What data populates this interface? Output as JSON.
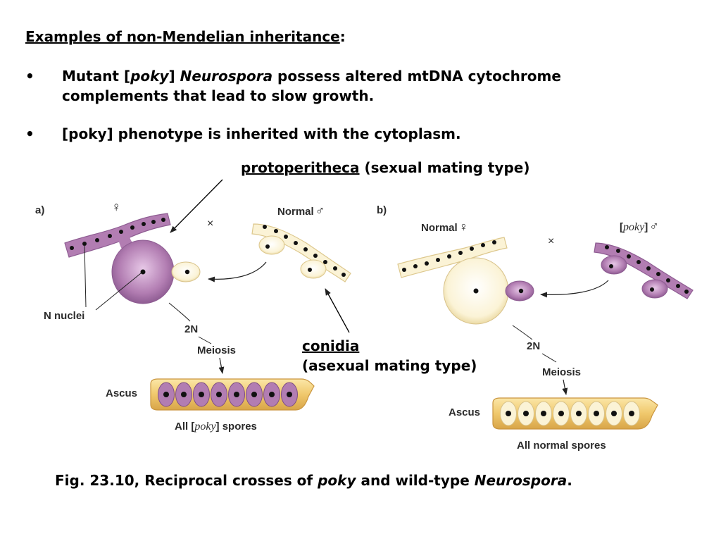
{
  "heading": {
    "text": "Examples of non-Mendelian inheritance",
    "colon": ":"
  },
  "bullets": [
    {
      "marker": "•",
      "parts": [
        "Mutant [",
        "poky",
        "] ",
        "Neurospora",
        " possess altered mtDNA cytochrome complements that lead to slow growth."
      ]
    },
    {
      "marker": "•",
      "text": "[poky] phenotype is inherited with the cytoplasm."
    }
  ],
  "callouts": {
    "protoperitheca": "protoperitheca",
    "protoperitheca_note": "(sexual mating type)",
    "conidia": "conidia",
    "conidia_note": "(asexual mating type)"
  },
  "figure": {
    "panel_a": {
      "label": "a)",
      "female_symbol": "♀",
      "cross": "×",
      "male_label": "Normal",
      "male_symbol": "♂",
      "nuclei_label": "N nuclei",
      "ploidy": "2N",
      "meiosis": "Meiosis",
      "ascus": "Ascus",
      "spores_pre": "All [",
      "spores_poky": "poky",
      "spores_post": "] spores"
    },
    "panel_b": {
      "label": "b)",
      "female_label": "Normal",
      "female_symbol": "♀",
      "cross": "×",
      "male_pre": "[",
      "male_poky": "poky",
      "male_post": "]",
      "male_symbol": "♂",
      "ploidy": "2N",
      "meiosis": "Meiosis",
      "ascus": "Ascus",
      "spores": "All normal spores"
    },
    "colors": {
      "poky": "#b27db2",
      "normal": "#fbf3d6",
      "ascus": "#f0c86c"
    }
  },
  "caption": {
    "parts": [
      "Fig. 23.10, Reciprocal crosses of ",
      "poky",
      " and wild-type ",
      "Neurospora",
      "."
    ]
  }
}
